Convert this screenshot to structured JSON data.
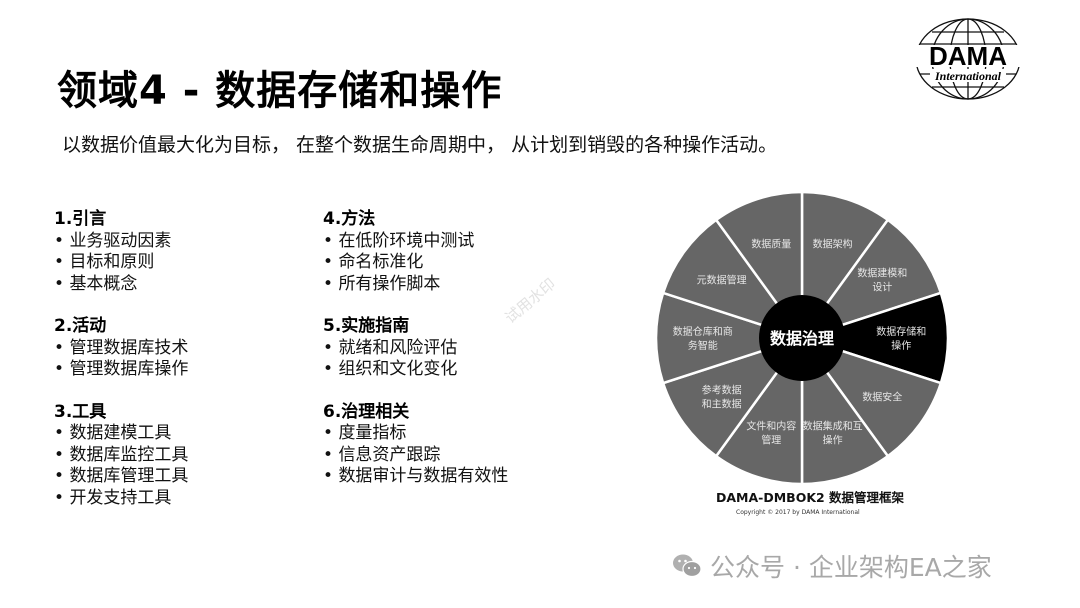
{
  "slide": {
    "title": "领域4 - 数据存储和操作",
    "subtitle": "以数据价值最大化为目标， 在整个数据生命周期中， 从计划到销毁的各种操作活动。",
    "logo": {
      "main": "DAMA",
      "sub": "International",
      "icon": "globe-icon"
    },
    "watermark": "试用水印",
    "sections": [
      {
        "heading": "1.引言",
        "items": [
          "业务驱动因素",
          "目标和原则",
          "基本概念"
        ]
      },
      {
        "heading": "2.活动",
        "items": [
          "管理数据库技术",
          "管理数据库操作"
        ]
      },
      {
        "heading": "3.工具",
        "items": [
          "数据建模工具",
          "数据库监控工具",
          "数据库管理工具",
          "开发支持工具"
        ]
      },
      {
        "heading": "4.方法",
        "items": [
          "在低阶环境中测试",
          "命名标准化",
          "所有操作脚本"
        ]
      },
      {
        "heading": "5.实施指南",
        "items": [
          "就绪和风险评估",
          "组织和文化变化"
        ]
      },
      {
        "heading": "6.治理相关",
        "items": [
          "度量指标",
          "信息资产跟踪",
          "数据审计与数据有效性"
        ]
      }
    ],
    "wheel": {
      "center_label": "数据治理",
      "segments": [
        {
          "label": [
            "数据架构"
          ],
          "highlight": false
        },
        {
          "label": [
            "数据建模和",
            "设计"
          ],
          "highlight": false
        },
        {
          "label": [
            "数据存储和",
            "操作"
          ],
          "highlight": true
        },
        {
          "label": [
            "数据安全"
          ],
          "highlight": false
        },
        {
          "label": [
            "数据集成和互",
            "操作"
          ],
          "highlight": false
        },
        {
          "label": [
            "文件和内容",
            "管理"
          ],
          "highlight": false
        },
        {
          "label": [
            "参考数据",
            "和主数据"
          ],
          "highlight": false
        },
        {
          "label": [
            "数据仓库和商",
            "务智能"
          ],
          "highlight": false
        },
        {
          "label": [
            "元数据管理"
          ],
          "highlight": false
        },
        {
          "label": [
            "数据质量"
          ],
          "highlight": false
        }
      ],
      "caption": "DAMA-DMBOK2 数据管理框架",
      "copyright": "Copyright © 2017 by DAMA International",
      "colors": {
        "segment": "#666666",
        "highlight": "#000000",
        "center": "#000000",
        "divider": "#ffffff"
      }
    },
    "footer": {
      "icon": "wechat-icon",
      "text": "公众号 · 企业架构EA之家"
    }
  }
}
